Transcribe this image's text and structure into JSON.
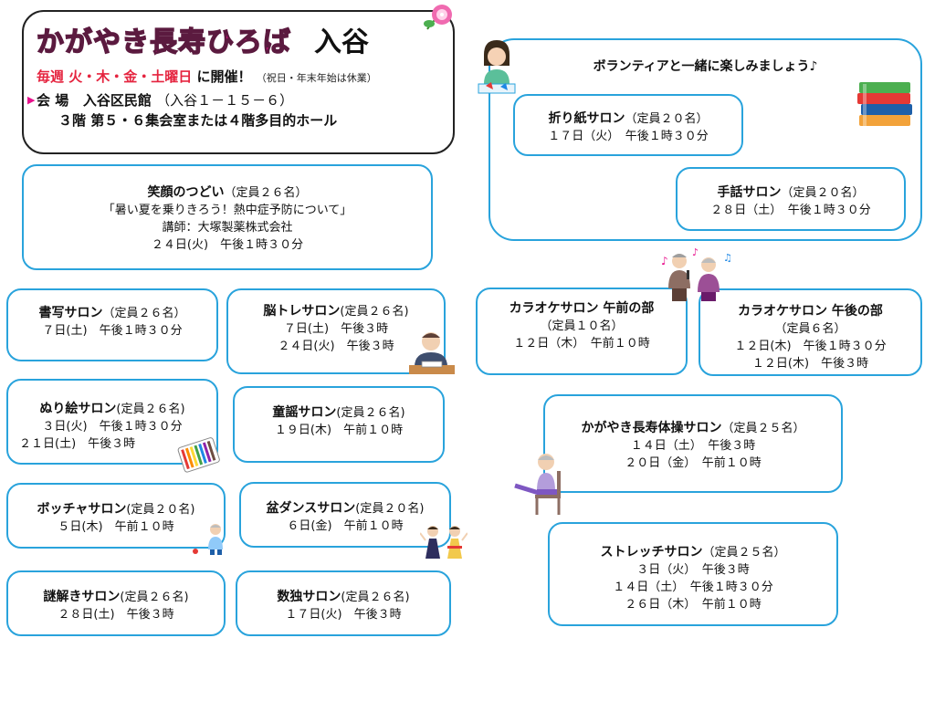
{
  "header": {
    "title_main": "かがやき長寿ひろば",
    "title_place": "入谷",
    "schedule_prefix": "毎週",
    "schedule_days": "火・木・金・土曜日",
    "schedule_suffix": "に開催！",
    "schedule_note": "（祝日・年末年始は休業）",
    "venue_label": "会 場",
    "venue_name": "入谷区民館",
    "venue_address": "（入谷１－１５－６）",
    "venue_rooms": "３階 第５・６集会室または４階多目的ホール"
  },
  "volunteer": {
    "title": "ボランティアと一緒に楽しみましょう♪",
    "origami": {
      "name": "折り紙サロン",
      "capacity": "（定員２０名）",
      "date": "１７日（火）　午後１時３０分"
    },
    "shuwa": {
      "name": "手話サロン",
      "capacity": "（定員２０名）",
      "date": "２８日（土）　午後１時３０分"
    }
  },
  "egao": {
    "name": "笑顔のつどい",
    "capacity": "（定員２６名）",
    "topic": "「暑い夏を乗りきろう！熱中症予防について」",
    "lecturer": "講師：大塚製薬株式会社",
    "date": "２４日(火)　午後１時３０分"
  },
  "salons": {
    "shosha": {
      "name": "書写サロン",
      "capacity": "（定員２６名）",
      "dates": [
        "７日(土)　午後１時３０分"
      ]
    },
    "notore": {
      "name": "脳トレサロン",
      "capacity": "(定員２６名)",
      "dates": [
        "７日(土)　午後３時",
        "２４日(火)　午後３時"
      ]
    },
    "nurie": {
      "name": "ぬり絵サロン",
      "capacity": "(定員２６名)",
      "dates": [
        "３日(火)　午後１時３０分",
        "２１日(土)　午後３時"
      ]
    },
    "douyou": {
      "name": "童謡サロン",
      "capacity": "(定員２６名)",
      "dates": [
        "１９日(木)　午前１０時"
      ]
    },
    "boccia": {
      "name": "ボッチャサロン",
      "capacity": "(定員２０名)",
      "dates": [
        "５日(木)　午前１０時"
      ]
    },
    "bondance": {
      "name": "盆ダンスサロン",
      "capacity": "(定員２０名)",
      "dates": [
        "６日(金)　午前１０時"
      ]
    },
    "nazotoki": {
      "name": "謎解きサロン",
      "capacity": "(定員２６名)",
      "dates": [
        "２８日(土)　午後３時"
      ]
    },
    "sudoku": {
      "name": "数独サロン",
      "capacity": "(定員２６名)",
      "dates": [
        "１７日(火)　午後３時"
      ]
    },
    "karaoke_am": {
      "name": "カラオケサロン 午前の部",
      "capacity": "（定員１０名）",
      "dates": [
        "１２日（木）　午前１０時"
      ]
    },
    "karaoke_pm": {
      "name": "カラオケサロン 午後の部",
      "capacity": "（定員６名）",
      "dates": [
        "１２日(木)　午後１時３０分",
        "１２日(木)　午後３時"
      ]
    },
    "taisou": {
      "name": "かがやき長寿体操サロン",
      "capacity": "（定員２５名）",
      "dates": [
        "１４日（土）　午後３時",
        "２０日（金）　午前１０時"
      ]
    },
    "stretch": {
      "name": "ストレッチサロン",
      "capacity": "（定員２５名）",
      "dates": [
        "３日（火）　午後３時",
        "１４日（土）　午後１時３０分",
        "２６日（木）　午前１０時"
      ]
    }
  },
  "colors": {
    "border": "#29a3dc",
    "title_pink": "#e8118c",
    "accent_red": "#e5243f"
  },
  "icons": [
    "morning-glory-icon",
    "origami-girl-icon",
    "books-icon",
    "karaoke-singers-icon",
    "studying-man-icon",
    "crayons-icon",
    "boccia-player-icon",
    "bon-dancers-icon",
    "exercise-grandma-icon"
  ]
}
